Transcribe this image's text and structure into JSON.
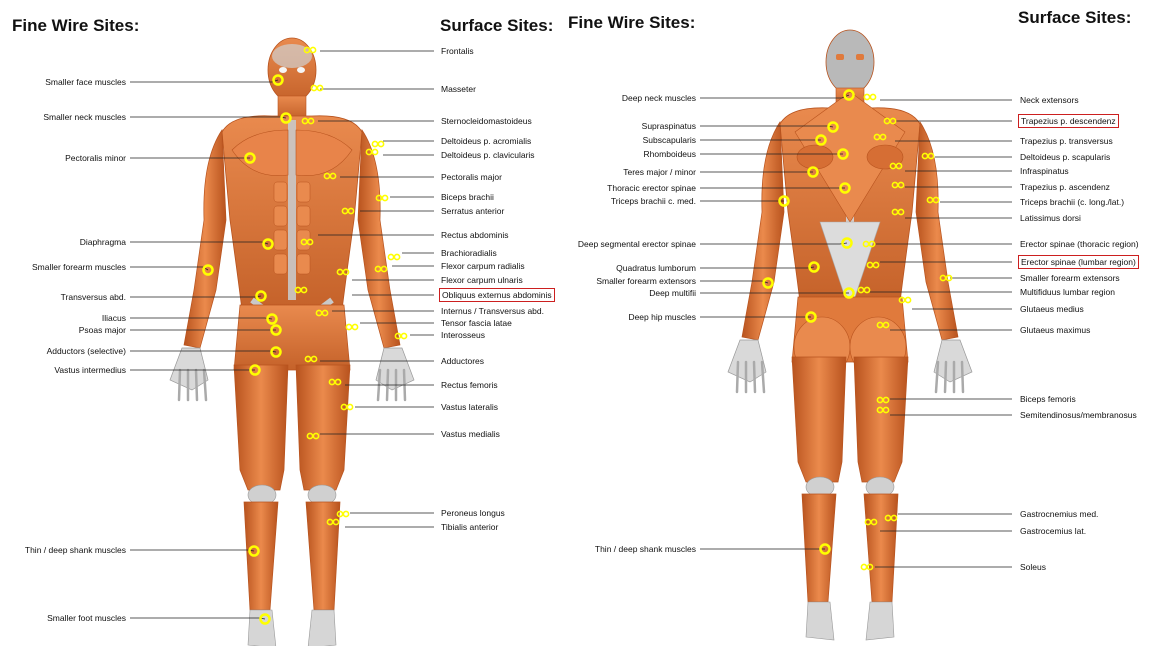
{
  "headers": {
    "front_fine_wire": "Fine Wire Sites:",
    "front_surface": "Surface Sites:",
    "back_fine_wire": "Fine Wire Sites:",
    "back_surface": "Surface Sites:"
  },
  "front": {
    "fine_wire": [
      "Smaller face  muscles",
      "Smaller neck muscles",
      "Pectoralis minor",
      "Diaphragma",
      "Smaller forearm  muscles",
      "Transversus abd.",
      "Iliacus",
      "Psoas major",
      "Adductors (selective)",
      "Vastus intermedius",
      "Thin / deep shank muscles",
      "Smaller foot muscles"
    ],
    "surface": [
      "Frontalis",
      "Masseter",
      "Sternocleidomastoideus",
      "Deltoideus p. acromialis",
      "Deltoideus p. clavicularis",
      "Pectoralis major",
      "Biceps brachii",
      "Serratus anterior",
      "Rectus abdominis",
      "Brachioradialis",
      "Flexor carpum radialis",
      "Flexor carpum ulnaris",
      "Obliquus externus abdominis",
      "Internus / Transversus abd.",
      "Tensor fascia latae",
      "Interosseus",
      "Adductores",
      "Rectus femoris",
      "Vastus lateralis",
      "Vastus medialis",
      "Peroneus longus",
      "Tibialis anterior"
    ]
  },
  "back": {
    "fine_wire": [
      "Deep neck muscles",
      "Supraspinatus",
      "Subscapularis",
      "Rhomboideus",
      "Teres major / minor",
      "Thoracic erector spinae",
      "Triceps brachii c. med.",
      "Deep segmental erector spinae",
      "Quadratus lumborum",
      "Smaller forearm  extensors",
      "Deep multifii",
      "Deep hip muscles",
      "Thin / deep shank muscles"
    ],
    "surface": [
      "Neck extensors",
      "Trapezius p. descendenz",
      "Trapezius p. transversus",
      "Deltoideus p. scapularis",
      "Infraspinatus",
      "Trapezius p. ascendenz",
      "Triceps brachii (c. long./lat.)",
      "Latissimus dorsi",
      "Erector spinae (thoracic region)",
      "Erector spinae (lumbar region)",
      "Smaller forearm extensors",
      "Multifiduus lumbar region",
      "Glutaeus medius",
      "Glutaeus maximus",
      "Biceps femoris",
      "Semitendinosus/membranosus",
      "Gastrocnemius med.",
      "Gastrocemius lat.",
      "Soleus"
    ]
  },
  "colors": {
    "muscle": "#e07a3c",
    "muscle_dark": "#b8531e",
    "tendon": "#c9c9c9",
    "skin_gray": "#b9b9b9",
    "marker": "#ffff00",
    "highlight_box": "#cc1f1f",
    "leader_line": "#222222"
  },
  "highlighted": [
    "Obliquus externus abdominis",
    "Trapezius p. descendenz",
    "Erector spinae (lumbar region)"
  ]
}
